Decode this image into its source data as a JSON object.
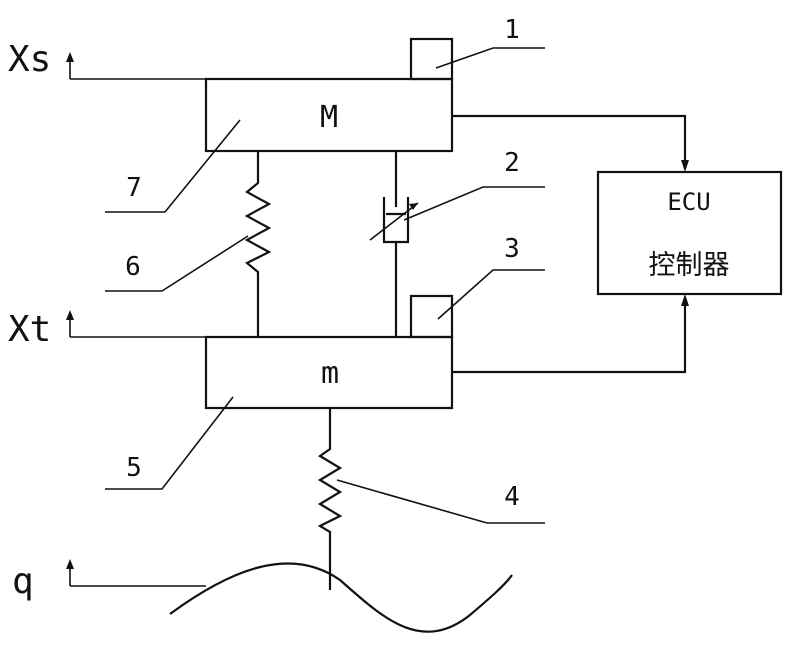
{
  "variables": {
    "body_displacement": "Xs",
    "wheel_displacement": "Xt",
    "road_input": "q"
  },
  "masses": {
    "sprung": "M",
    "unsprung": "m"
  },
  "controller": {
    "line1": "ECU",
    "line2": "控制器"
  },
  "callouts": {
    "c1": "1",
    "c2": "2",
    "c3": "3",
    "c4": "4",
    "c5": "5",
    "c6": "6",
    "c7": "7"
  }
}
